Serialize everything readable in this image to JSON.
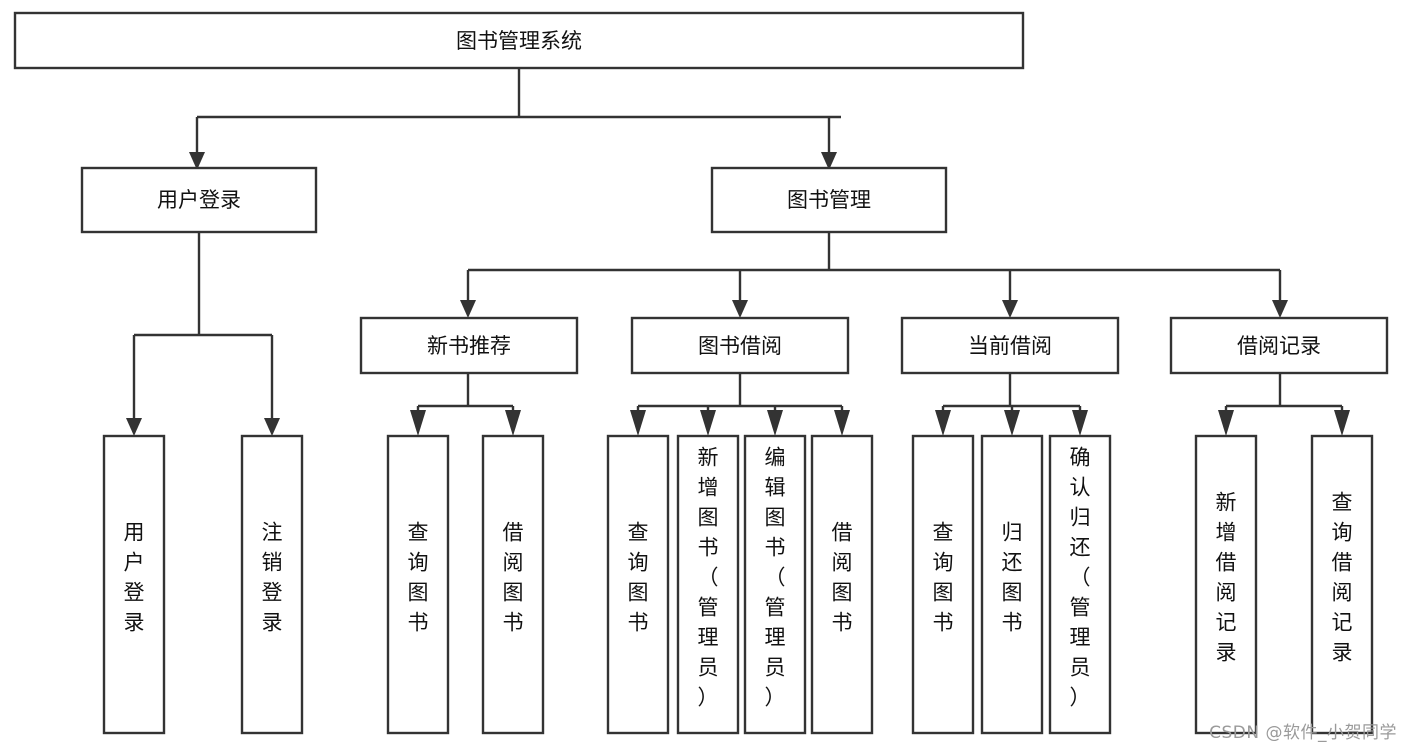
{
  "diagram": {
    "type": "tree",
    "title": "图书管理系统",
    "orientation": "top-down",
    "root": {
      "id": "root",
      "label": "图书管理系统",
      "text_direction": "horizontal"
    },
    "level2": [
      {
        "id": "user-login",
        "label": "用户登录",
        "text_direction": "horizontal"
      },
      {
        "id": "book-manage",
        "label": "图书管理",
        "text_direction": "horizontal"
      }
    ],
    "level3": [
      {
        "id": "new-book-recommend",
        "label": "新书推荐",
        "text_direction": "horizontal",
        "parent": "book-manage"
      },
      {
        "id": "book-borrow",
        "label": "图书借阅",
        "text_direction": "horizontal",
        "parent": "book-manage"
      },
      {
        "id": "current-borrow",
        "label": "当前借阅",
        "text_direction": "horizontal",
        "parent": "book-manage"
      },
      {
        "id": "borrow-record",
        "label": "借阅记录",
        "text_direction": "horizontal",
        "parent": "book-manage"
      }
    ],
    "leaves": [
      {
        "id": "leaf-user-login",
        "label": "用户登录",
        "text_direction": "vertical",
        "parent": "user-login"
      },
      {
        "id": "leaf-user-logout",
        "label": "注销登录",
        "text_direction": "vertical",
        "parent": "user-login"
      },
      {
        "id": "leaf-query-book-1",
        "label": "查询图书",
        "text_direction": "vertical",
        "parent": "new-book-recommend"
      },
      {
        "id": "leaf-borrow-book-1",
        "label": "借阅图书",
        "text_direction": "vertical",
        "parent": "new-book-recommend"
      },
      {
        "id": "leaf-query-book-2",
        "label": "查询图书",
        "text_direction": "vertical",
        "parent": "book-borrow"
      },
      {
        "id": "leaf-add-book",
        "label": "新增图书（管理员）",
        "text_direction": "vertical",
        "parent": "book-borrow"
      },
      {
        "id": "leaf-edit-book",
        "label": "编辑图书（管理员）",
        "text_direction": "vertical",
        "parent": "book-borrow"
      },
      {
        "id": "leaf-borrow-book-2",
        "label": "借阅图书",
        "text_direction": "vertical",
        "parent": "book-borrow"
      },
      {
        "id": "leaf-query-book-3",
        "label": "查询图书",
        "text_direction": "vertical",
        "parent": "current-borrow"
      },
      {
        "id": "leaf-return-book",
        "label": "归还图书",
        "text_direction": "vertical",
        "parent": "current-borrow"
      },
      {
        "id": "leaf-confirm-return",
        "label": "确认归还（管理员）",
        "text_direction": "vertical",
        "parent": "current-borrow"
      },
      {
        "id": "leaf-add-record",
        "label": "新增借阅记录",
        "text_direction": "vertical",
        "parent": "borrow-record"
      },
      {
        "id": "leaf-query-record",
        "label": "查询借阅记录",
        "text_direction": "vertical",
        "parent": "borrow-record"
      }
    ],
    "colors": {
      "box_fill": "#ffffff",
      "box_stroke": "#333333",
      "text": "#111111",
      "background": "#ffffff",
      "watermark": "#9a9a9a"
    }
  },
  "watermark": {
    "label": "CSDN @软件_小贺同学"
  }
}
